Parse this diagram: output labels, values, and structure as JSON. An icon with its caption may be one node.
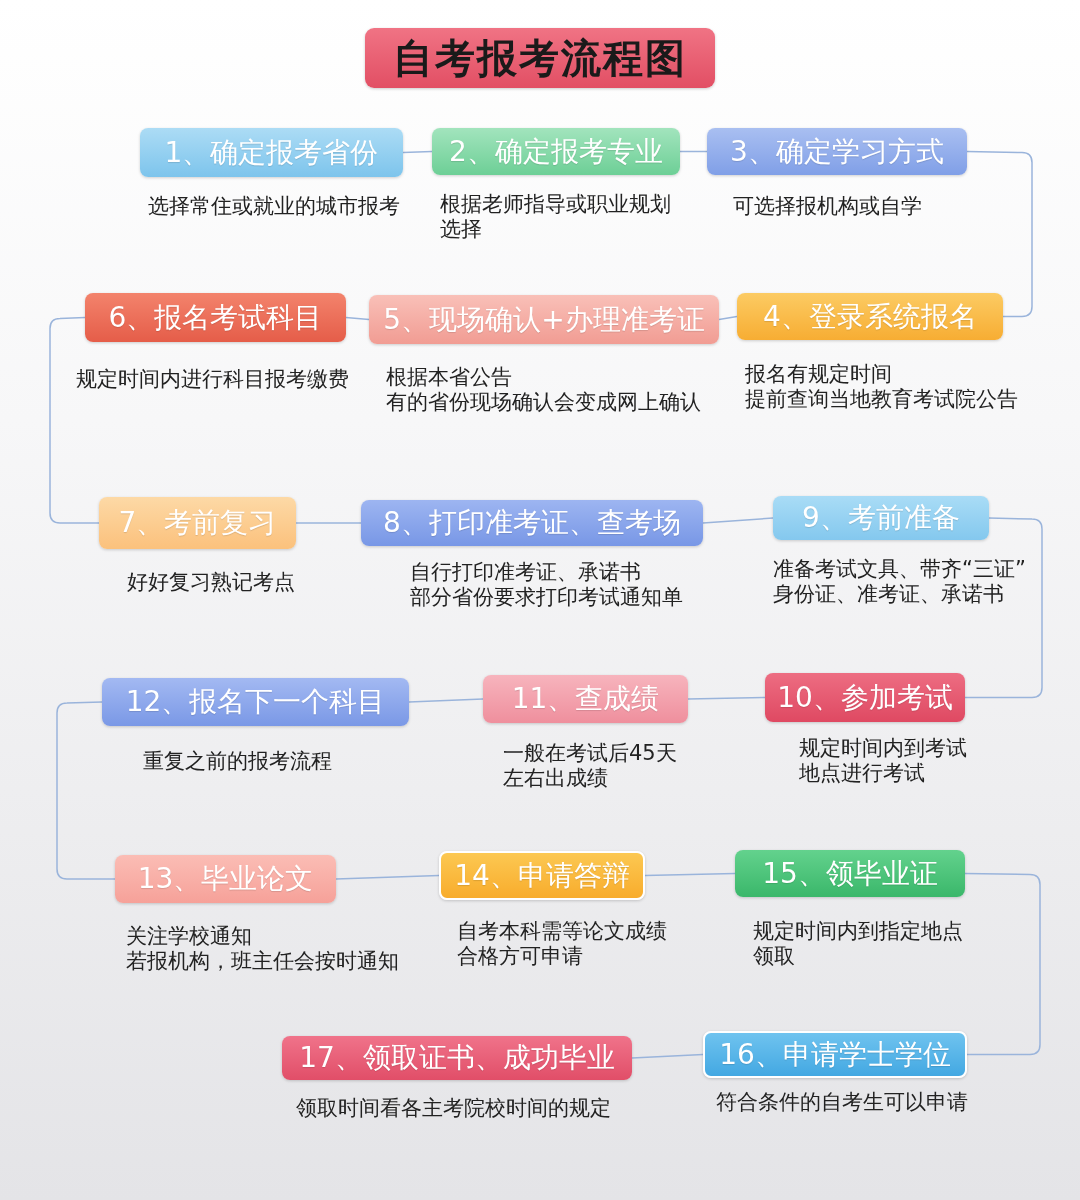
{
  "diagram": {
    "title": "自考报考流程图",
    "nodes": [
      {
        "text": [
          "1、确定报考省份"
        ],
        "beside": [
          "选择常住或就业的城市报考"
        ]
      },
      {
        "text": [
          "2、确定报考专业"
        ],
        "beside": [
          "根据老师指导或职业规划选择"
        ]
      },
      {
        "text": [
          "3、确定学习方式"
        ],
        "beside": [
          "可选择报机构或自学"
        ]
      },
      {
        "text": [
          "4、登录系统报名"
        ],
        "beside": [
          "报名有规定时间",
          "提前查询当地教育考试院公告"
        ]
      },
      {
        "text": [
          "5、现场确认+办理准考证"
        ],
        "beside": [
          "根据本省公告",
          "有的省份现场确认会变成网上确认"
        ]
      },
      {
        "text": [
          "6、报名考试科目"
        ],
        "beside": [
          "规定时间内进行科目报考缴费"
        ]
      },
      {
        "text": [
          "7、考前复习"
        ],
        "beside": [
          "好好复习熟记考点"
        ]
      },
      {
        "text": [
          "8、打印准考证、查考场"
        ],
        "beside": [
          "自行打印准考证、承诺书",
          "部分省份要求打印考试通知单"
        ]
      },
      {
        "text": [
          "9、考前准备"
        ],
        "beside": [
          "准备考试文具、带齐“三证”",
          "身份证、准考证、承诺书"
        ]
      },
      {
        "text": [
          "10、参加考试"
        ],
        "beside": [
          "规定时间内到考试地点进行考试"
        ]
      },
      {
        "text": [
          "11、查成绩"
        ],
        "beside": [
          "一般在考试后45天左右出成绩"
        ]
      },
      {
        "text": [
          "12、报名下一个科目"
        ],
        "beside": [
          "重复之前的报考流程"
        ]
      },
      {
        "text": [
          "13、毕业论文"
        ],
        "beside": [
          "关注学校通知",
          "若报机构，班主任会按时通知"
        ]
      },
      {
        "text": [
          "14、申请答辩"
        ],
        "beside": [
          "自考本科需等论文成绩合格方可申请"
        ]
      },
      {
        "text": [
          "15、领毕业证"
        ],
        "beside": [
          "规定时间内到指定地点领取"
        ]
      },
      {
        "text": [
          "16、申请学士学位"
        ],
        "beside": [
          "符合条件的自考生可以申请"
        ]
      },
      {
        "text": [
          "17、领取证书、成功毕业"
        ],
        "beside": [
          "领取时间看各主考院校时间的规定"
        ]
      }
    ],
    "edges": [
      {
        "from": 0,
        "to": 1,
        "arrow": "none"
      },
      {
        "from": 1,
        "to": 2,
        "arrow": "none"
      },
      {
        "from": 2,
        "to": 3,
        "arrow": "none"
      },
      {
        "from": 3,
        "to": 4,
        "arrow": "none"
      },
      {
        "from": 4,
        "to": 5,
        "arrow": "none"
      },
      {
        "from": 5,
        "to": 6,
        "arrow": "none"
      },
      {
        "from": 6,
        "to": 7,
        "arrow": "none"
      },
      {
        "from": 7,
        "to": 8,
        "arrow": "none"
      },
      {
        "from": 8,
        "to": 9,
        "arrow": "none"
      },
      {
        "from": 9,
        "to": 10,
        "arrow": "none"
      },
      {
        "from": 10,
        "to": 11,
        "arrow": "none"
      },
      {
        "from": 11,
        "to": 12,
        "arrow": "none"
      },
      {
        "from": 12,
        "to": 13,
        "arrow": "none"
      },
      {
        "from": 13,
        "to": 14,
        "arrow": "none"
      },
      {
        "from": 14,
        "to": 15,
        "arrow": "none"
      },
      {
        "from": 15,
        "to": 16,
        "arrow": "none"
      }
    ]
  }
}
